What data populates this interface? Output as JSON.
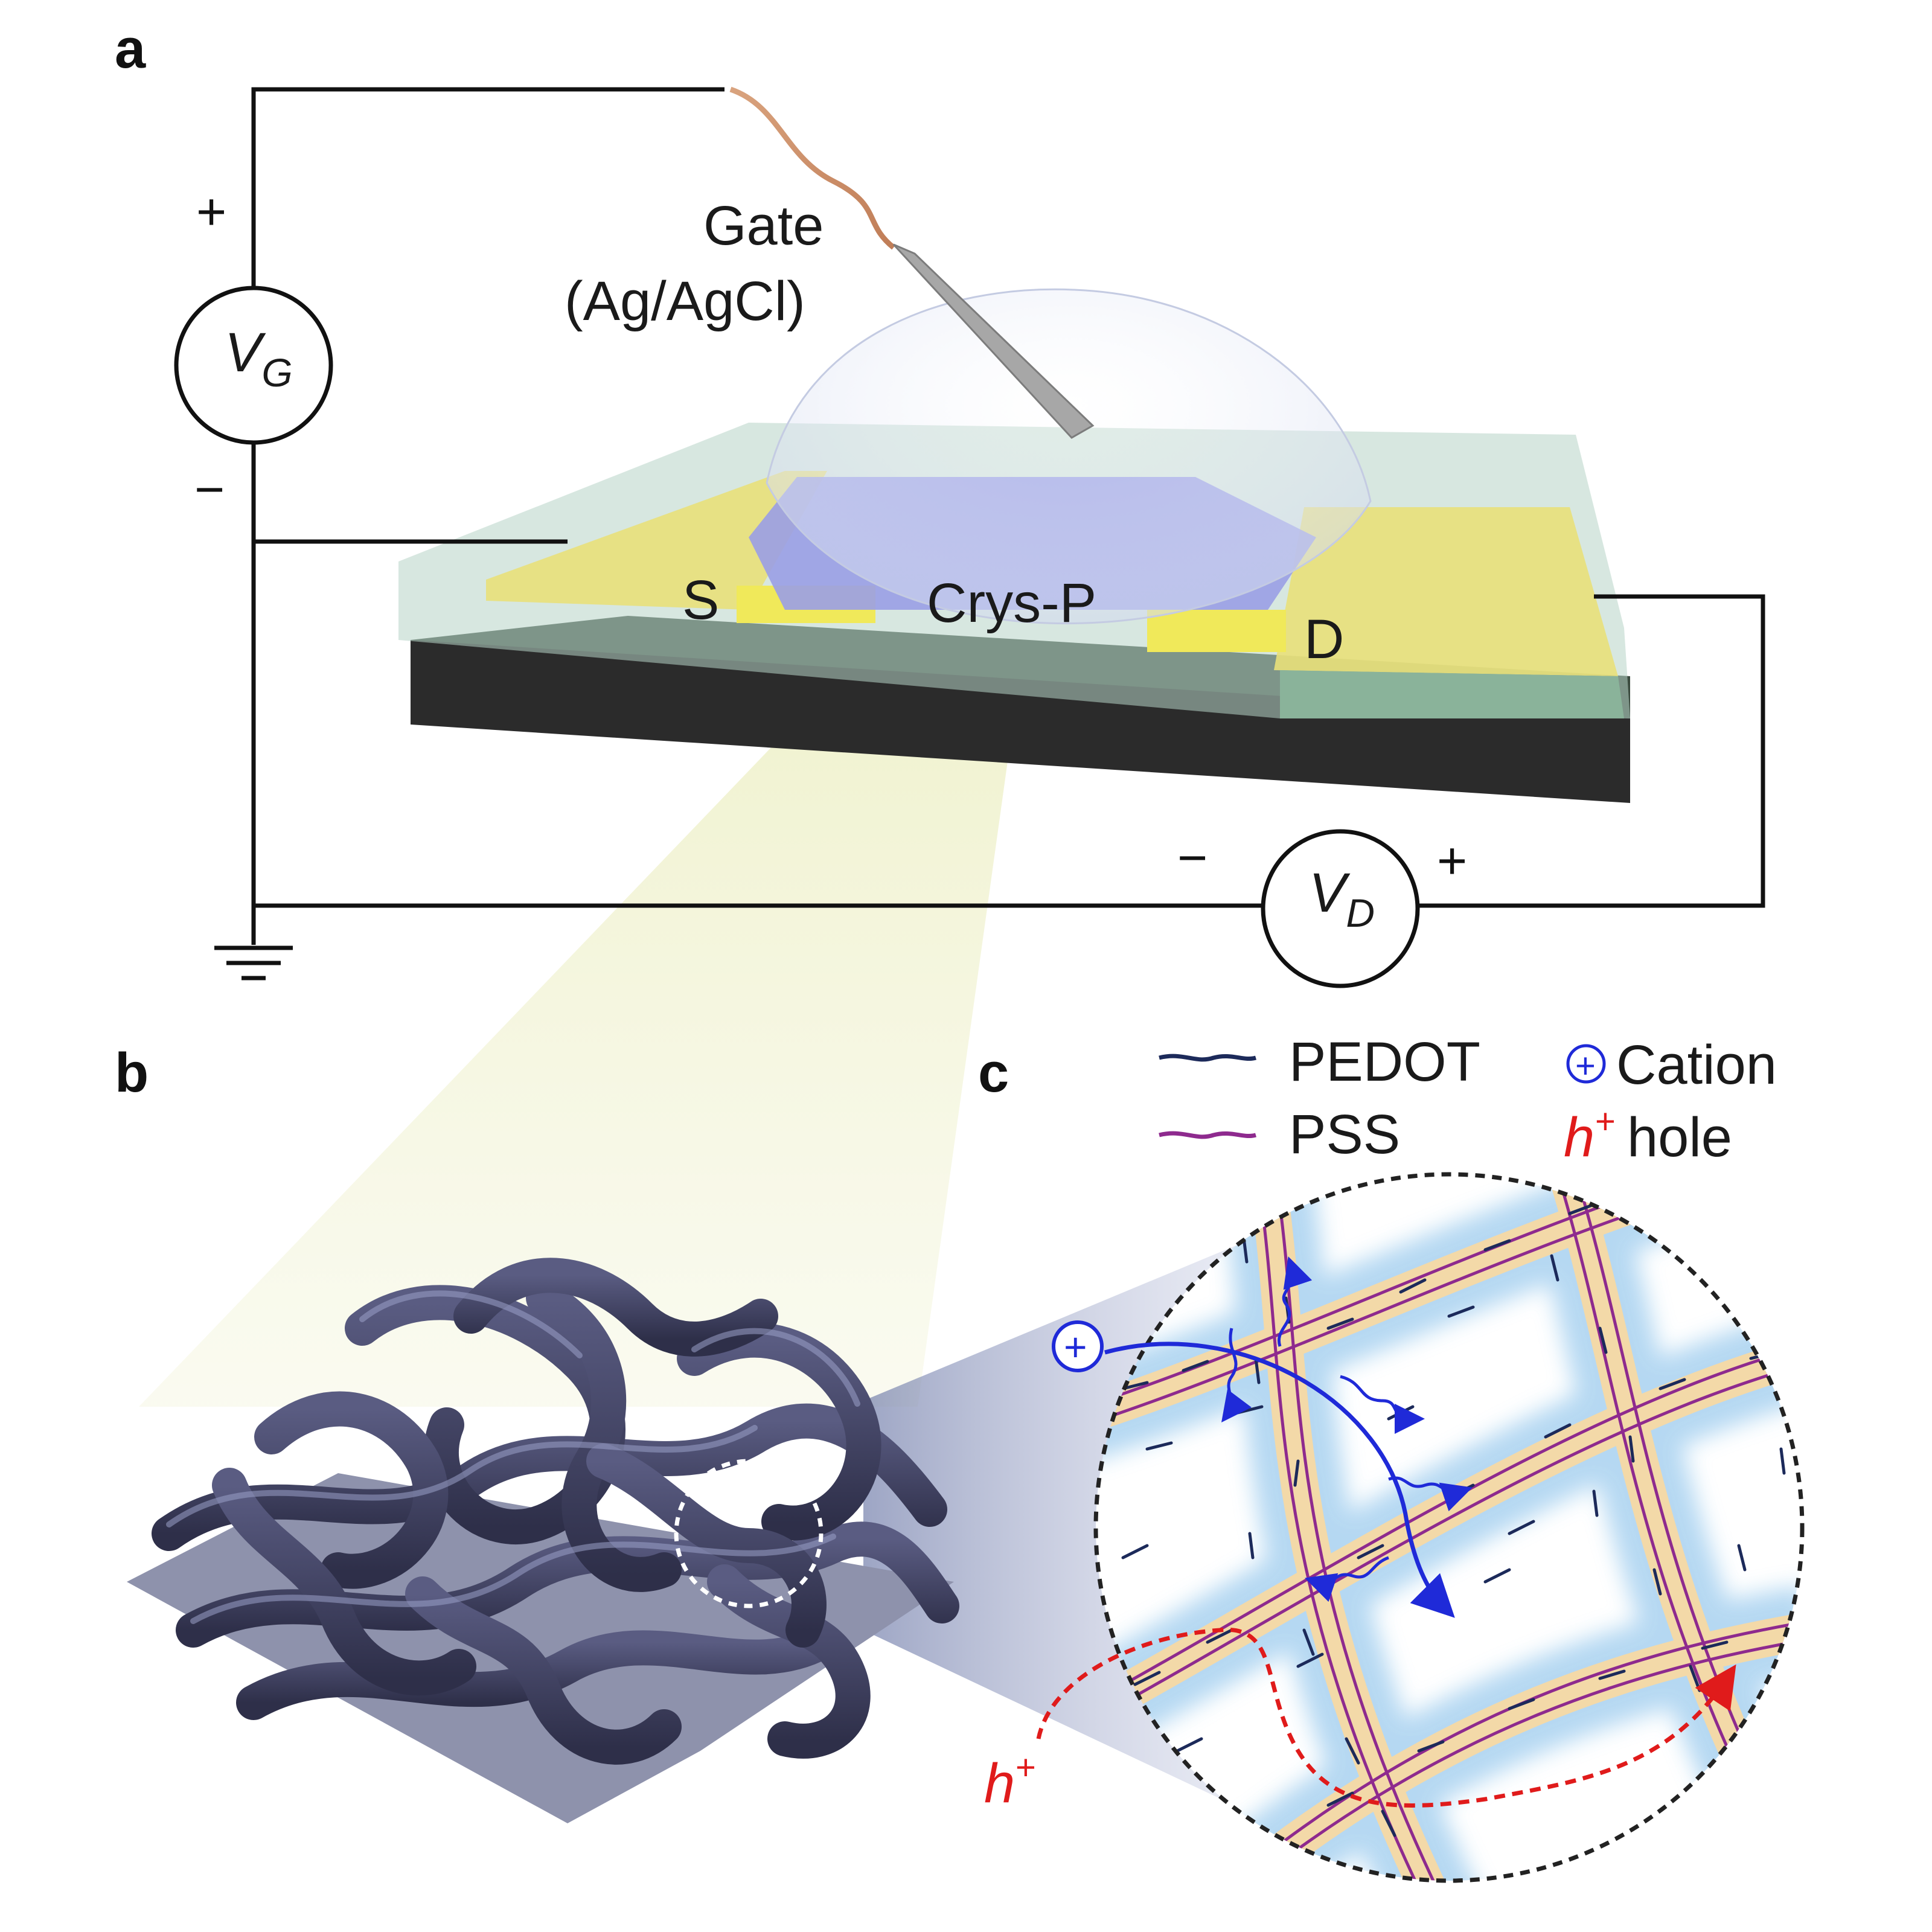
{
  "panels": {
    "a": "a",
    "b": "b",
    "c": "c"
  },
  "panel_a": {
    "gate_label_line1": "Gate",
    "gate_label_line2": "(Ag/AgCl)",
    "source_label": "S",
    "drain_label": "D",
    "channel_label": "Crys-P",
    "vg_main": "V",
    "vg_sub": "G",
    "vd_main": "V",
    "vd_sub": "D",
    "vg_plus": "+",
    "vg_minus": "−",
    "vd_minus": "−",
    "vd_plus": "+"
  },
  "panel_c": {
    "legend": [
      {
        "label": "PEDOT",
        "color": "#1c2a5a"
      },
      {
        "label": "PSS",
        "color": "#8e2a8e"
      },
      {
        "symbol": "+",
        "label": "Cation",
        "color": "#1f2ad8"
      },
      {
        "symbol_main": "h",
        "symbol_sup": "+",
        "label": "hole",
        "color": "#e01b1b"
      }
    ],
    "cation_symbol": "+",
    "hole_main": "h",
    "hole_sup": "+"
  },
  "colors": {
    "gold": "#e9e07a",
    "channel": "#9a9ee6",
    "substrate": "#2b2b2b",
    "glass": "#b7d4c7",
    "fiber": "#3d3f5e",
    "bundle": "#f3d9a8",
    "halo": "#a9d2f0"
  }
}
